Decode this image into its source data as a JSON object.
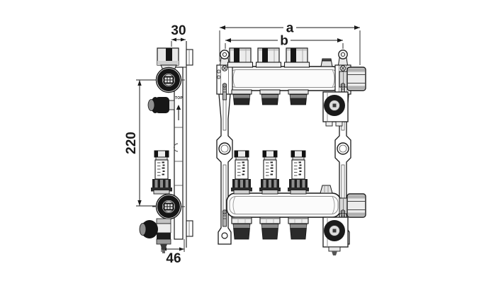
{
  "diagram": {
    "labels": {
      "dim_top_width": "30",
      "dim_center_distance": "220",
      "dim_bottom_depth": "46",
      "dim_overall_width": "a",
      "dim_valve_span": "b",
      "orientation_marking": "TOP"
    },
    "colors": {
      "background": "#ffffff",
      "ink": "#1a1a1a",
      "metal_light": "#ececec",
      "metal_mid": "#9a9a9a",
      "metal_dark": "#1f1f1f"
    }
  }
}
